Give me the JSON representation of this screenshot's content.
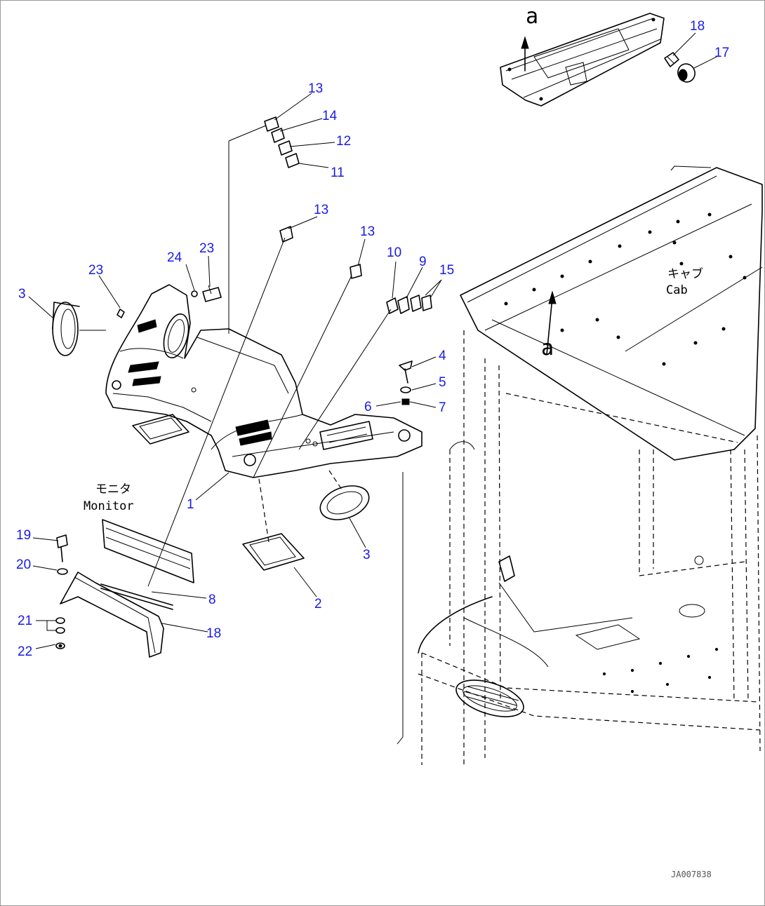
{
  "diagram": {
    "callouts": [
      {
        "id": "c1",
        "label": "1"
      },
      {
        "id": "c2",
        "label": "2"
      },
      {
        "id": "c3a",
        "label": "3"
      },
      {
        "id": "c3b",
        "label": "3"
      },
      {
        "id": "c4",
        "label": "4"
      },
      {
        "id": "c5",
        "label": "5"
      },
      {
        "id": "c6",
        "label": "6"
      },
      {
        "id": "c7",
        "label": "7"
      },
      {
        "id": "c8",
        "label": "8"
      },
      {
        "id": "c9",
        "label": "9"
      },
      {
        "id": "c10",
        "label": "10"
      },
      {
        "id": "c11",
        "label": "11"
      },
      {
        "id": "c12",
        "label": "12"
      },
      {
        "id": "c13a",
        "label": "13"
      },
      {
        "id": "c13b",
        "label": "13"
      },
      {
        "id": "c13c",
        "label": "13"
      },
      {
        "id": "c14",
        "label": "14"
      },
      {
        "id": "c15",
        "label": "15"
      },
      {
        "id": "c17",
        "label": "17"
      },
      {
        "id": "c18a",
        "label": "18"
      },
      {
        "id": "c18b",
        "label": "18"
      },
      {
        "id": "c19",
        "label": "19"
      },
      {
        "id": "c20",
        "label": "20"
      },
      {
        "id": "c21",
        "label": "21"
      },
      {
        "id": "c22",
        "label": "22"
      },
      {
        "id": "c23a",
        "label": "23"
      },
      {
        "id": "c23b",
        "label": "23"
      },
      {
        "id": "c24",
        "label": "24"
      }
    ],
    "annotations": {
      "cab_jp": "キャブ",
      "cab_en": "Cab",
      "monitor_jp": "モニタ",
      "monitor_en": "Monitor",
      "view_top": "a",
      "view_cab": "a",
      "doc_id": "JA007838"
    },
    "colors": {
      "callout": "#1a1ae6",
      "line": "#000000",
      "background": "#ffffff"
    }
  }
}
